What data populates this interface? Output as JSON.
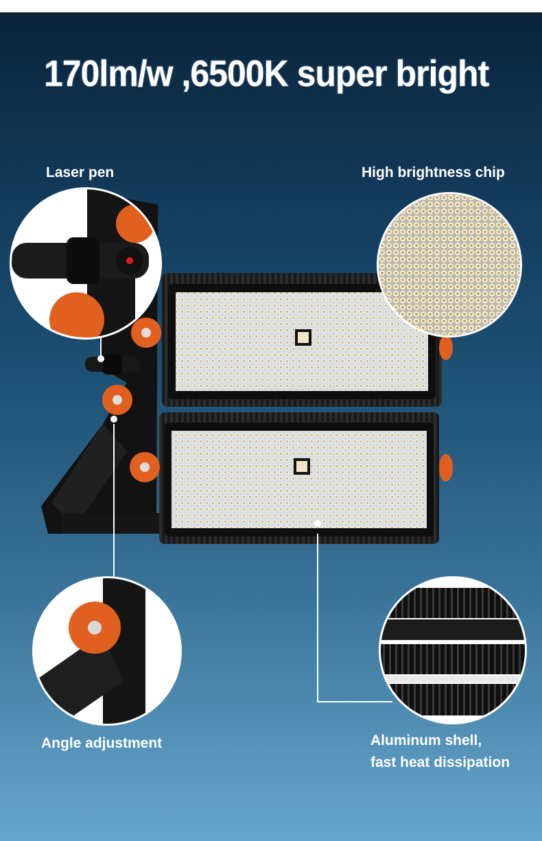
{
  "headline": "170lm/w ,6500K  super bright",
  "callouts": {
    "laser_pen": "Laser pen",
    "chip": "High brightness chip",
    "angle": "Angle adjustment",
    "shell_line1": "Aluminum shell,",
    "shell_line2": "fast heat dissipation"
  },
  "colors": {
    "accent_orange": "#e2601f",
    "background_top": "#0b2439",
    "background_bottom": "#66a6cc",
    "housing": "#141414"
  }
}
